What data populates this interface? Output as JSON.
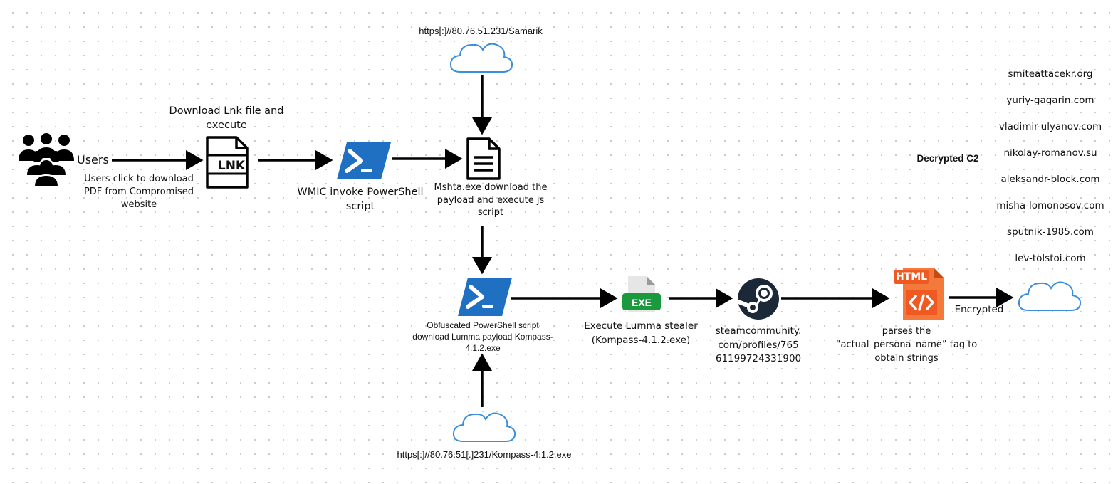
{
  "nodes": {
    "users": {
      "title": "Users",
      "caption": [
        "Users click to download",
        "PDF from Compromised",
        "website"
      ]
    },
    "lnk": {
      "icon_text": "LNK",
      "caption": [
        "Download Lnk file and",
        "execute"
      ]
    },
    "powershell1": {
      "caption": [
        "WMIC invoke PowerShell",
        "script"
      ]
    },
    "cloud_top": {
      "url": "https[:]//80.76.51.231/Samarik"
    },
    "mshta": {
      "caption": [
        "Mshta.exe download the",
        "payload and execute js",
        "script"
      ]
    },
    "powershell2": {
      "caption": [
        "Obfuscated PowerShell script",
        "download Lumma payload Kompass-",
        "4.1.2.exe"
      ]
    },
    "cloud_bottom": {
      "url": "https[:]//80.76.51[.]231/Kompass-4.1.2.exe"
    },
    "exe": {
      "icon_text": "EXE",
      "caption": [
        "Execute Lumma stealer",
        "(Kompass-4.1.2.exe)"
      ]
    },
    "steam": {
      "caption": [
        "steamcommunity.",
        "com/profiles/765",
        "61199724331900"
      ]
    },
    "html": {
      "icon_text": "HTML",
      "caption": [
        "parses the",
        "“actual_persona_name” tag to",
        "obtain strings"
      ]
    },
    "cloud_right": {
      "edge_label": "Encrypted"
    }
  },
  "c2": {
    "title": "Decrypted C2",
    "domains": [
      "smiteattacekr.org",
      "yuriy-gagarin.com",
      "vladimir-ulyanov.com",
      "nikolay-romanov.su",
      "aleksandr-block.com",
      "misha-lomonosov.com",
      "sputnik-1985.com",
      "lev-tolstoi.com"
    ]
  },
  "colors": {
    "powershell": "#1f6fc2",
    "exe_green": "#1a9a3c",
    "html_orange": "#f05a22",
    "cloud_stroke": "#3a8fdc",
    "steam_dark": "#1b2838"
  }
}
